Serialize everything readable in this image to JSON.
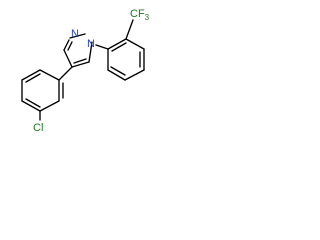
{
  "molecule": {
    "labels": {
      "n1": "N",
      "n2": "N",
      "chlorine": "Cl",
      "trifluoromethyl": "CF",
      "trifluoromethyl_subscript": "3"
    }
  }
}
